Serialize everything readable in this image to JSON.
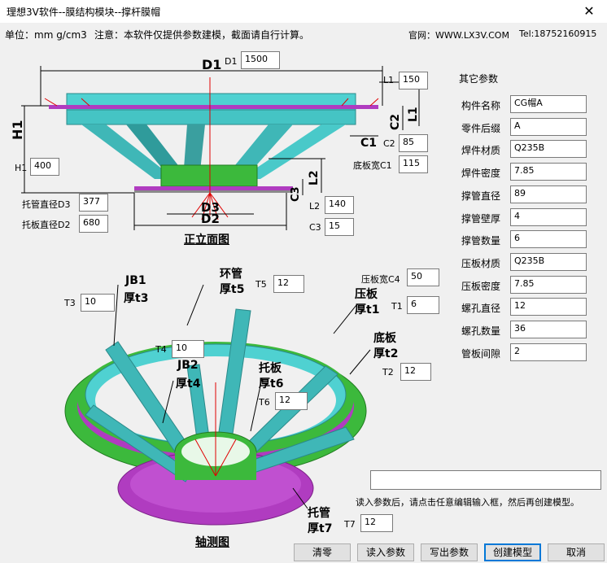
{
  "window": {
    "title": "理想3V软件--膜结构模块--撑杆膜帽",
    "close_glyph": "✕"
  },
  "header": {
    "units": "单位：mm g/cm3",
    "notice": "注意：本软件仅提供参数建模，截面请自行计算。",
    "website": "官网：WWW.LX3V.COM",
    "tel": "Tel:18752160915"
  },
  "front_view": {
    "caption": "正立面图",
    "dim_labels": {
      "D1": "D1",
      "H1": "H1",
      "C1": "C1",
      "C2": "C2",
      "L1": "L1",
      "L2": "L2",
      "C3": "C3",
      "D2": "D2",
      "D3": "D3"
    },
    "params": [
      {
        "key": "D1",
        "label": "D1",
        "value": "1500"
      },
      {
        "key": "L1",
        "label": "L1",
        "value": "150"
      },
      {
        "key": "C2",
        "label": "C2",
        "value": "85"
      },
      {
        "key": "C1",
        "label": "底板宽C1",
        "value": "115"
      },
      {
        "key": "H1",
        "label": "H1",
        "value": "400"
      },
      {
        "key": "D3",
        "label": "托管直径D3",
        "value": "377"
      },
      {
        "key": "L2",
        "label": "L2",
        "value": "140"
      },
      {
        "key": "D2",
        "label": "托板直径D2",
        "value": "680"
      },
      {
        "key": "C3",
        "label": "C3",
        "value": "15"
      }
    ]
  },
  "axo_view": {
    "caption": "轴测图",
    "callouts": {
      "jb1": "JB1",
      "jb1_t": "厚t3",
      "ring": "环管",
      "ring_t": "厚t5",
      "press": "压板",
      "press_t": "厚t1",
      "base": "底板",
      "base_t": "厚t2",
      "jb2": "JB2",
      "jb2_t": "厚t4",
      "support": "托板",
      "support_t": "厚t6",
      "tube": "托管",
      "tube_t": "厚t7"
    },
    "params": [
      {
        "key": "T3",
        "label": "T3",
        "value": "10"
      },
      {
        "key": "T5",
        "label": "T5",
        "value": "12"
      },
      {
        "key": "C4",
        "label": "压板宽C4",
        "value": "50"
      },
      {
        "key": "T1",
        "label": "T1",
        "value": "6"
      },
      {
        "key": "T4",
        "label": "T4",
        "value": "10"
      },
      {
        "key": "T2",
        "label": "T2",
        "value": "12"
      },
      {
        "key": "T6",
        "label": "T6",
        "value": "12"
      },
      {
        "key": "T7",
        "label": "T7",
        "value": "12"
      }
    ]
  },
  "other_params": {
    "title": "其它参数",
    "rows": [
      {
        "label": "构件名称",
        "value": "CG帽A"
      },
      {
        "label": "零件后缀",
        "value": "A"
      },
      {
        "label": "焊件材质",
        "value": "Q235B"
      },
      {
        "label": "焊件密度",
        "value": "7.85"
      },
      {
        "label": "撑管直径",
        "value": "89"
      },
      {
        "label": "撑管壁厚",
        "value": "4"
      },
      {
        "label": "撑管数量",
        "value": "6"
      },
      {
        "label": "压板材质",
        "value": "Q235B"
      },
      {
        "label": "压板密度",
        "value": "7.85"
      },
      {
        "label": "螺孔直径",
        "value": "12"
      },
      {
        "label": "螺孔数量",
        "value": "36"
      },
      {
        "label": "管板间隙",
        "value": "2"
      }
    ]
  },
  "status": {
    "input_value": "",
    "hint": "读入参数后，请点击任意编辑输入框，然后再创建模型。"
  },
  "buttons": {
    "clear": "清零",
    "read": "读入参数",
    "write": "写出参数",
    "create": "创建模型",
    "cancel": "取消"
  },
  "colors": {
    "cyan": "#4fd1d1",
    "green": "#3cb93c",
    "magenta": "#b03cc0",
    "dim_red": "#e00000"
  }
}
